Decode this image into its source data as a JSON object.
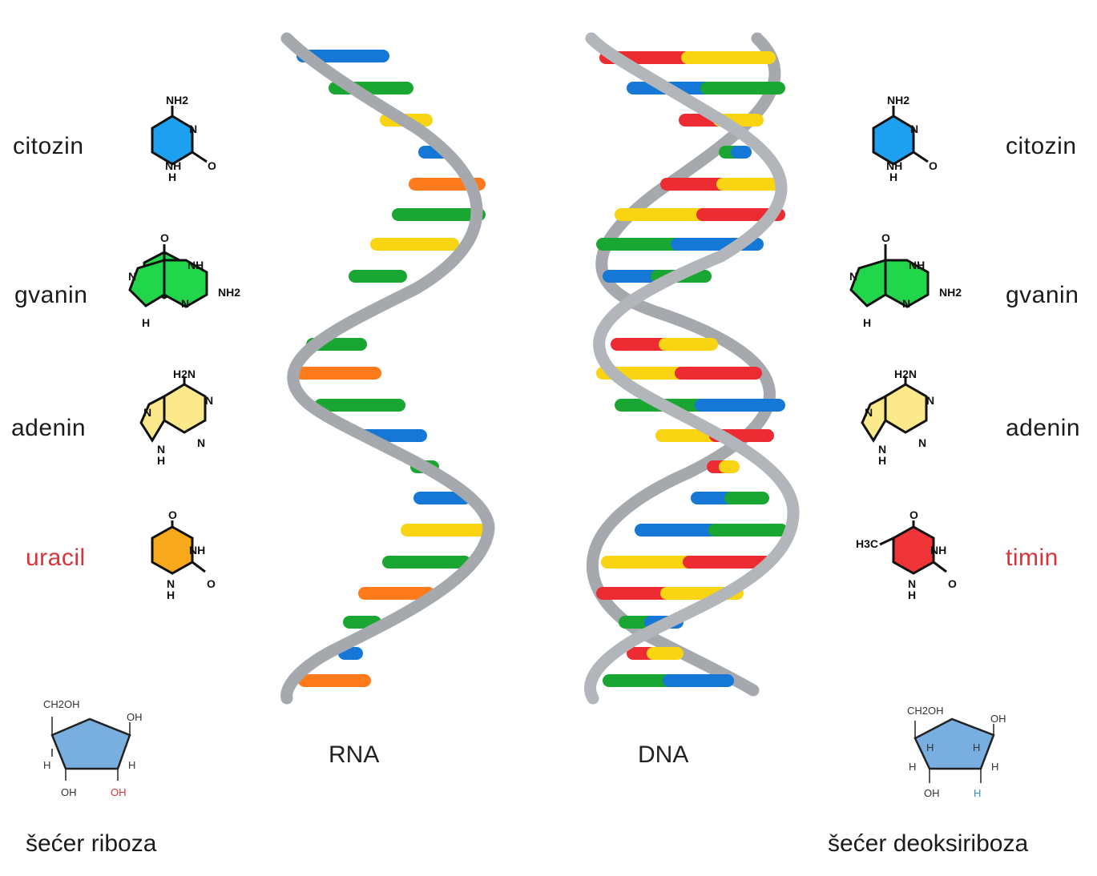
{
  "left": {
    "bases": [
      {
        "label": "citozin",
        "color": "#1ea0f0",
        "highlight": false
      },
      {
        "label": "gvanin",
        "color": "#21d64b",
        "highlight": false
      },
      {
        "label": "adenin",
        "color": "#fbe98b",
        "highlight": false
      },
      {
        "label": "uracil",
        "color": "#f7a81b",
        "highlight": true
      }
    ],
    "helix_label": "RNA",
    "sugar_caption": "šećer riboza",
    "sugar_labels": {
      "top": "CH2OH",
      "r1": "OH",
      "l": "H",
      "r2": "H",
      "bl": "OH",
      "br": "OH"
    },
    "sugar_accent": "#d8333b"
  },
  "right": {
    "bases": [
      {
        "label": "citozin",
        "color": "#1ea0f0",
        "highlight": false
      },
      {
        "label": "gvanin",
        "color": "#21d64b",
        "highlight": false
      },
      {
        "label": "adenin",
        "color": "#fbe98b",
        "highlight": false
      },
      {
        "label": "timin",
        "color": "#f03538",
        "highlight": true
      }
    ],
    "helix_label": "DNA",
    "sugar_caption": "šećer deoksiriboza",
    "sugar_labels": {
      "top": "CH2OH",
      "r1": "OH",
      "l": "H",
      "r2": "H",
      "bl": "OH",
      "br": "H",
      "in1": "H",
      "in2": "H"
    },
    "sugar_accent": "#2b8fd6"
  },
  "atoms": {
    "nh2": "NH2",
    "o": "O",
    "n": "N",
    "h": "H",
    "nh": "NH",
    "h2n": "H2N",
    "h3c": "H3C"
  },
  "colors": {
    "backbone": "#a5a8ad",
    "blue": "#1577d6",
    "green": "#1aa632",
    "yellow": "#f8d412",
    "orange": "#ff7a1a",
    "red": "#ec2b33",
    "sugar_fill": "#79aee0"
  }
}
